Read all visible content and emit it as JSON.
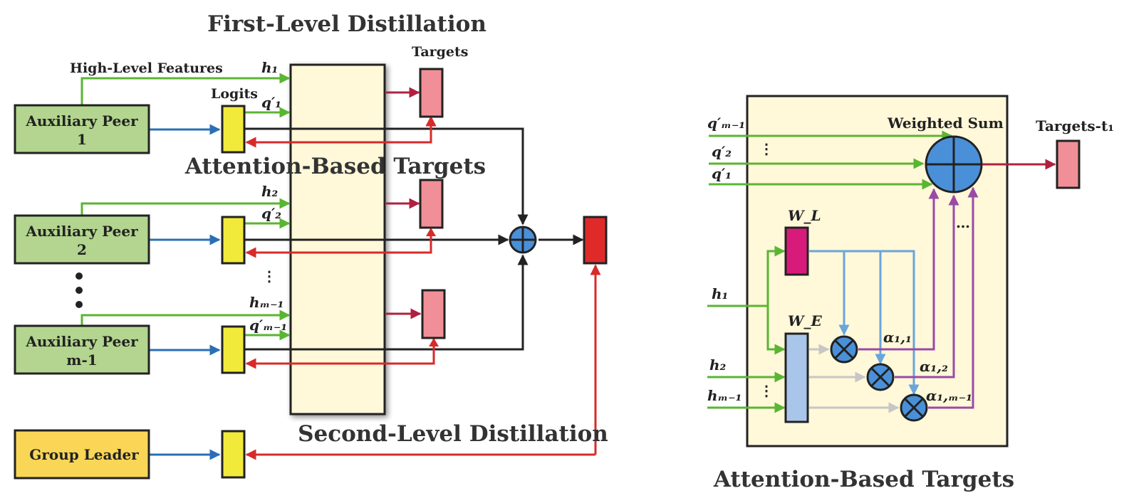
{
  "titles": {
    "first_level": "First-Level Distillation",
    "attention_left": "Attention-Based Targets",
    "second_level": "Second-Level Distillation",
    "attention_bottom": "Attention-Based Targets"
  },
  "left": {
    "high_level_features": "High-Level Features",
    "logits": "Logits",
    "targets": "Targets",
    "peers": [
      {
        "line1": "Auxiliary Peer",
        "line2": "1"
      },
      {
        "line1": "Auxiliary Peer",
        "line2": "2"
      },
      {
        "line1": "Auxiliary Peer",
        "line2": "m-1"
      }
    ],
    "leader": "Group Leader",
    "h_labels": [
      "h₁",
      "h₂",
      "hₘ₋₁"
    ],
    "q_labels": [
      "q′₁",
      "q′₂",
      "q′ₘ₋₁"
    ],
    "ellipsis_vertical": "⋮"
  },
  "right": {
    "weighted_sum": "Weighted Sum",
    "targets_t1": "Targets-t₁",
    "wl": "Wʟ",
    "wl_text": "W_L",
    "we_text": "W_E",
    "q_inputs": [
      "q′ₘ₋₁",
      "q′₂",
      "q′₁"
    ],
    "h_inputs": [
      "h₁",
      "h₂",
      "hₘ₋₁"
    ],
    "alphas": [
      "α₁,₁",
      "α₁,₂",
      "α₁,ₘ₋₁"
    ],
    "ellipsis_h": "…"
  },
  "colors": {
    "peer_fill": "#b3d58f",
    "leader_fill": "#f9d656",
    "logit_fill": "#f2ea3a",
    "panel_fill": "#fff8d9",
    "target_fill": "#f08f97",
    "output_fill": "#e02a2a",
    "wl_fill": "#d81b7b",
    "we_fill": "#a9c6ea",
    "node_fill": "#4a90d9",
    "green": "#5ab532",
    "blue": "#2a6fb5",
    "red": "#d82a2a",
    "dark": "#222222",
    "crimson": "#b02040",
    "purple": "#9a4aa6",
    "lightblue": "#6aa5dc",
    "gray": "#c6c6c6"
  }
}
